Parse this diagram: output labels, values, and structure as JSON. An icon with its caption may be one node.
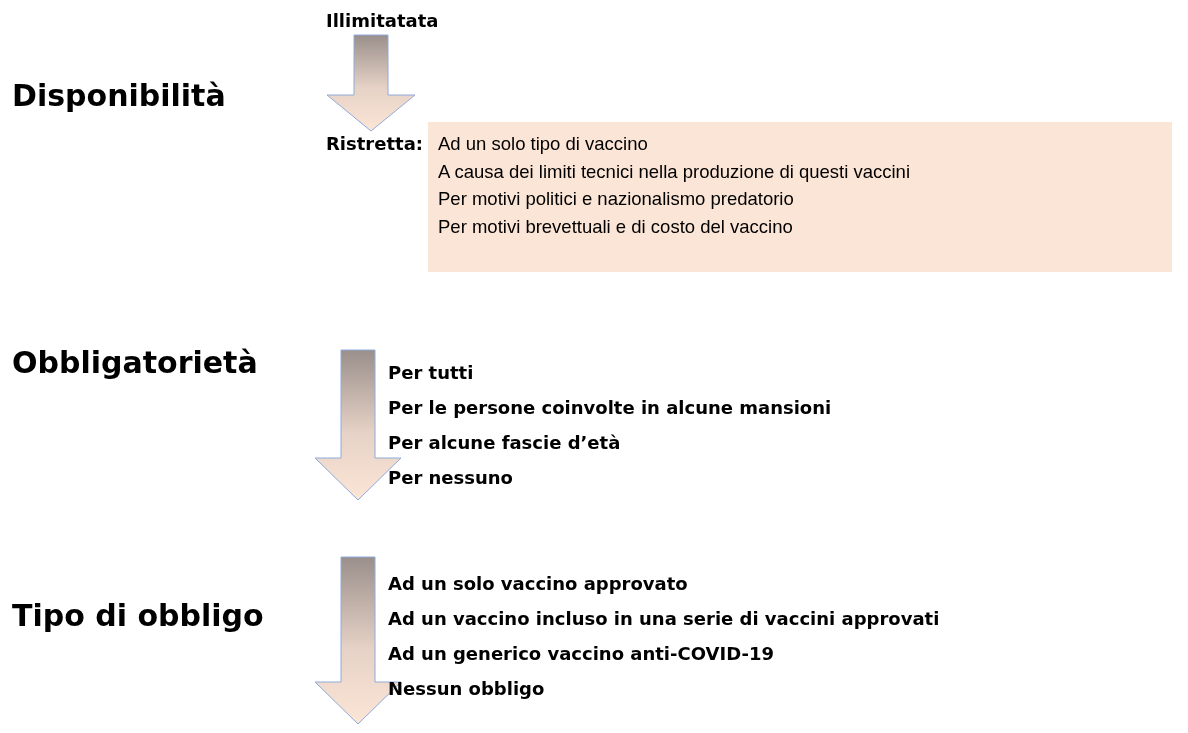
{
  "diagram": {
    "nodes": [
      {
        "text": [
          "Illimitatata"
        ]
      },
      {
        "text": [
          "Ristretta:"
        ]
      },
      {
        "text": [
          "Ad un solo tipo di vaccino",
          "A causa dei limiti tecnici nella produzione di questi vaccini",
          "Per motivi politici e nazionalismo predatorio",
          "Per motivi brevettuali e di costo del vaccino"
        ]
      }
    ],
    "edges": [
      {
        "from": 0,
        "to": 1,
        "arrow": "to"
      }
    ],
    "labels": [
      "Disponibilità",
      "Obbligatorietà",
      "Per tutti",
      "Per le persone coinvolte in alcune mansioni",
      "Per alcune fascie d’età",
      "Per nessuno",
      "Tipo di obbligo",
      "Ad un solo vaccino approvato",
      "Ad un vaccino incluso in una serie di vaccini approvati",
      "Ad un generico vaccino anti-COVID-19",
      "Nessun obbligo"
    ]
  }
}
